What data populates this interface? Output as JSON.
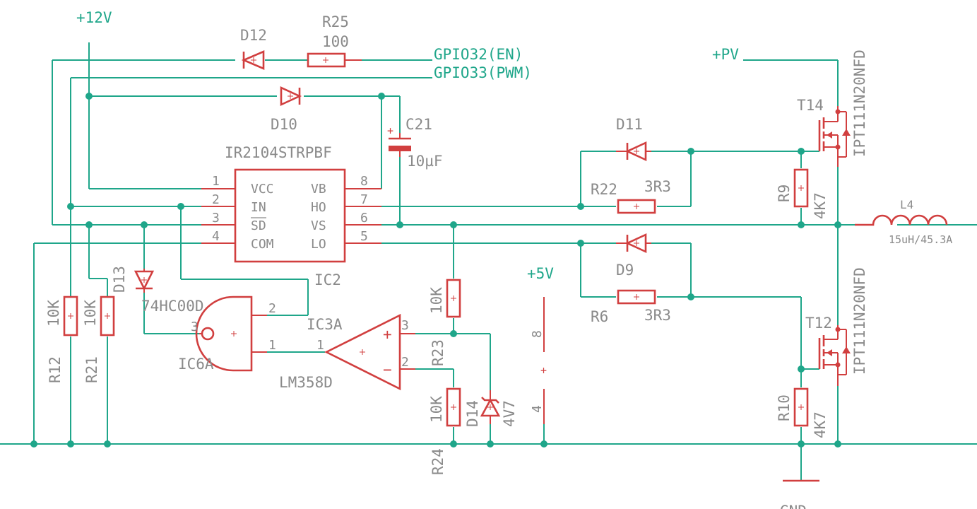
{
  "rails": {
    "v12": "+12V",
    "v5": "+5V",
    "pv": "+PV",
    "gnd": "GND"
  },
  "nets": {
    "gpio32": "GPIO32(EN)",
    "gpio33": "GPIO33(PWM)"
  },
  "ic2": {
    "part": "IR2104STRPBF",
    "ref": "IC2",
    "pins_left": [
      {
        "num": "1",
        "name": "VCC"
      },
      {
        "num": "2",
        "name": "IN"
      },
      {
        "num": "3",
        "name": "SD"
      },
      {
        "num": "4",
        "name": "COM"
      }
    ],
    "pins_right": [
      {
        "num": "8",
        "name": "VB"
      },
      {
        "num": "7",
        "name": "HO"
      },
      {
        "num": "6",
        "name": "VS"
      },
      {
        "num": "5",
        "name": "LO"
      }
    ]
  },
  "components": {
    "d12": "D12",
    "r25": "R25",
    "r25_val": "100",
    "d10": "D10",
    "c21": "C21",
    "c21_val": "10µF",
    "d11": "D11",
    "r22": "R22",
    "r22_val": "3R3",
    "d9": "D9",
    "r6": "R6",
    "r6_val": "3R3",
    "t14": "T14",
    "t14_part": "IPT111N20NFD",
    "t12": "T12",
    "t12_part": "IPT111N20NFD",
    "r9": "R9",
    "r9_val": "4K7",
    "r10": "R10",
    "r10_val": "4K7",
    "l4": "L4",
    "l4_val": "15uH/45.3A",
    "r12": "R12",
    "r12_val": "10K",
    "r21": "R21",
    "r21_val": "10K",
    "d13": "D13",
    "ic6a": "IC6A",
    "ic6a_part": "74HC00D",
    "ic3a": "IC3A",
    "ic3a_part": "LM358D",
    "r23": "R23",
    "r23_val": "10K",
    "r24": "R24",
    "r24_val": "10K",
    "d14": "D14",
    "d14_val": "4V7"
  },
  "pin_numbers": {
    "nand_in": "2",
    "nand_in2": "1",
    "nand_out": "3",
    "opamp_out": "1",
    "opamp_plus": "3",
    "opamp_minus": "2",
    "pwr_top": "8",
    "pwr_bot": "4",
    "plus": "+",
    "minus": "−"
  },
  "colors": {
    "wire": "#1fa68a",
    "component": "#d13f3f",
    "label": "#8a8a8a"
  }
}
